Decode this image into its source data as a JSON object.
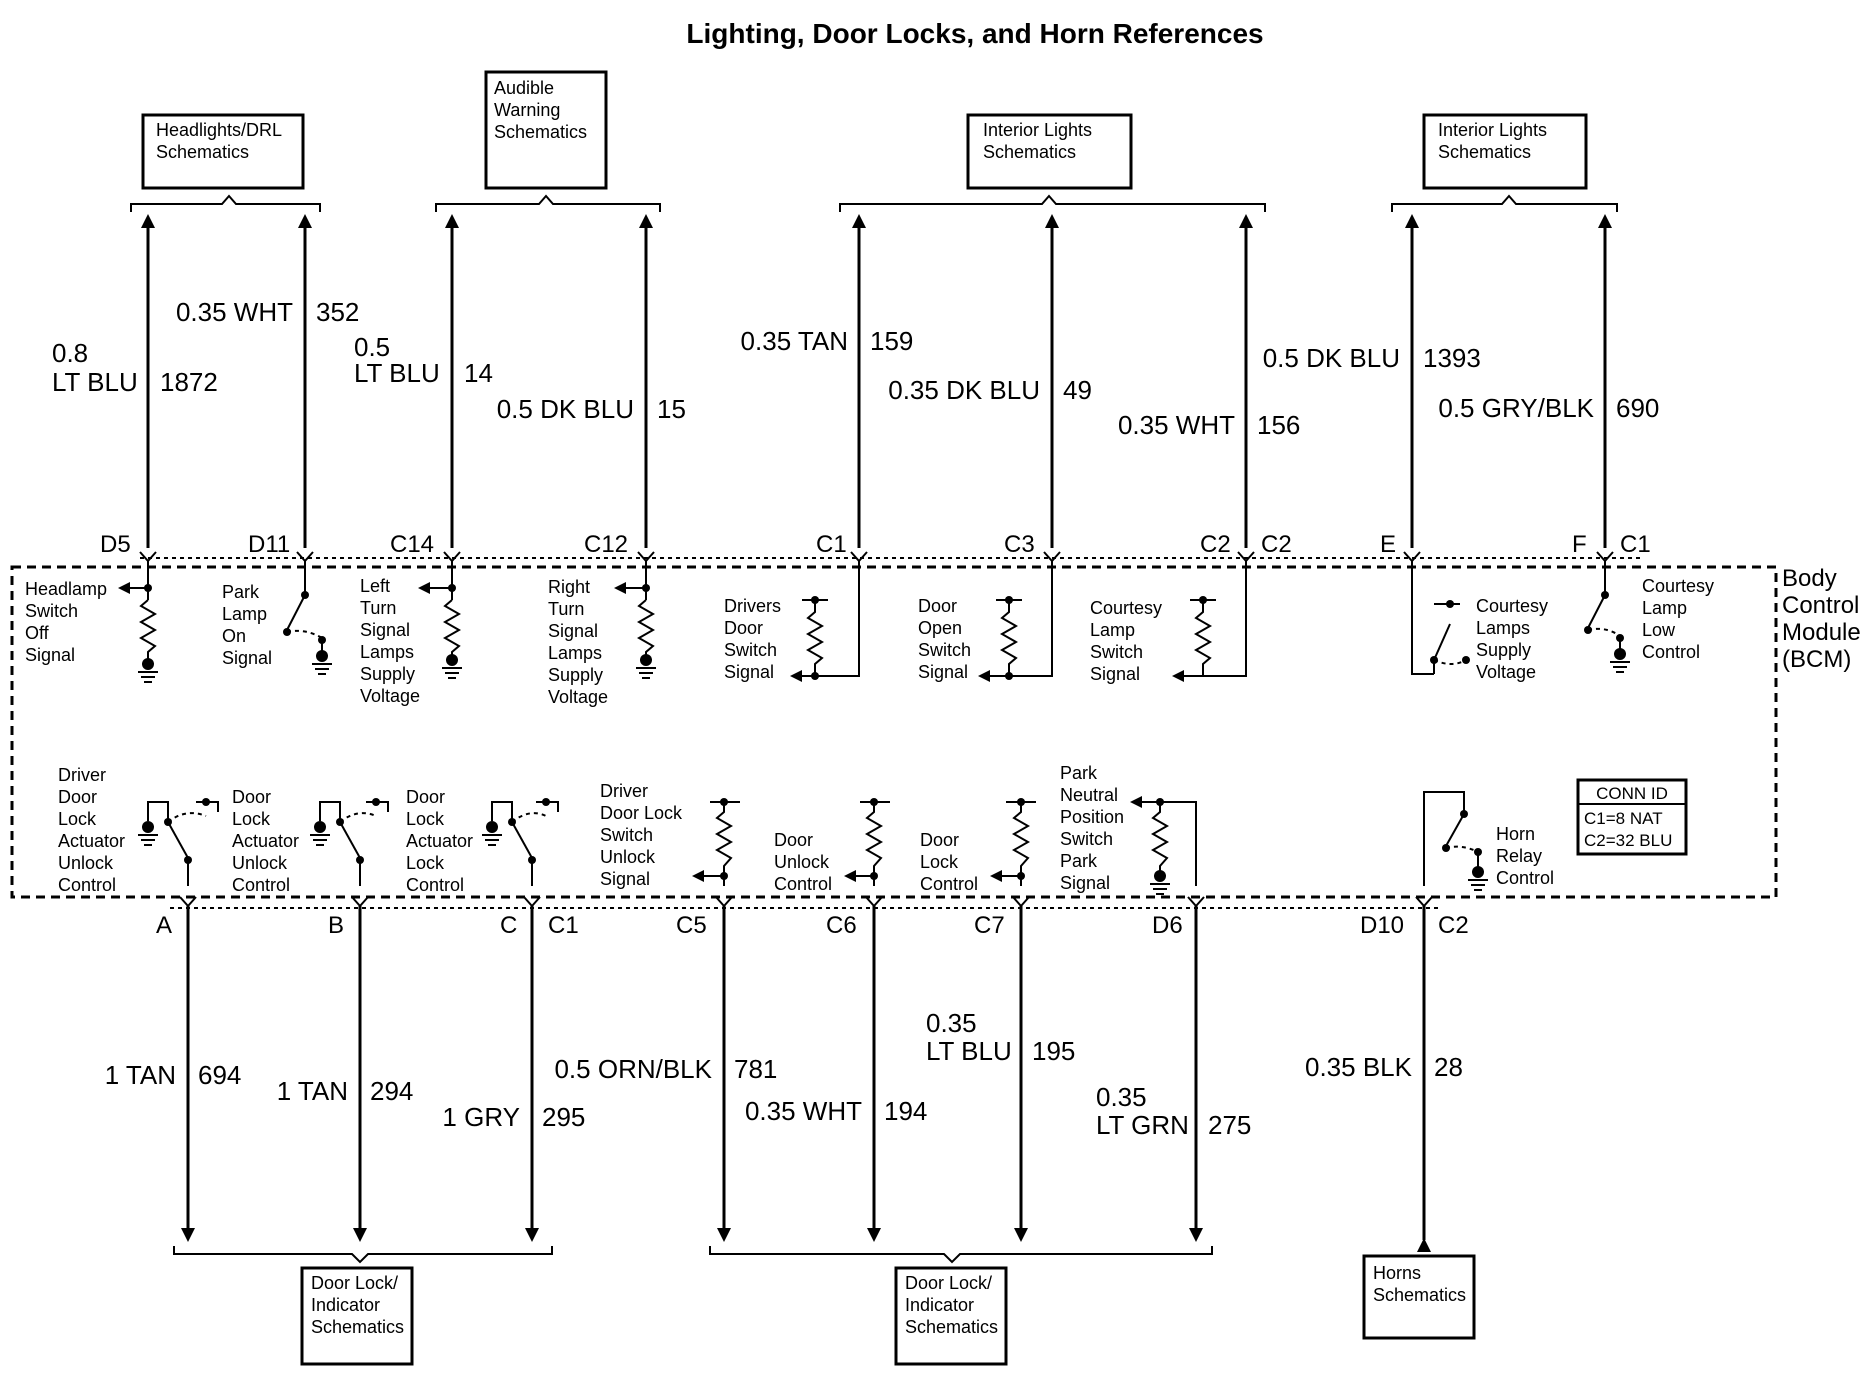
{
  "title": "Lighting, Door Locks, and Horn References",
  "module": {
    "lines": [
      "Body",
      "Control",
      "Module",
      "(BCM)"
    ]
  },
  "conn_id": {
    "header": "CONN ID",
    "lines": [
      "C1=8 NAT",
      "C2=32 BLU"
    ]
  },
  "top_boxes": [
    {
      "lines": [
        "Headlights/DRL",
        "Schematics"
      ]
    },
    {
      "lines": [
        "Audible",
        "Warning",
        "Schematics"
      ]
    },
    {
      "lines": [
        "Interior Lights",
        "Schematics"
      ]
    },
    {
      "lines": [
        "Interior Lights",
        "Schematics"
      ]
    }
  ],
  "bottom_boxes": [
    {
      "lines": [
        "Door Lock/",
        "Indicator",
        "Schematics"
      ]
    },
    {
      "lines": [
        "Door Lock/",
        "Indicator",
        "Schematics"
      ]
    },
    {
      "lines": [
        "Horns",
        "Schematics"
      ]
    }
  ],
  "top_wires": [
    {
      "size": "0.8",
      "color": "LT BLU",
      "circuit": "1872",
      "pin": "D5"
    },
    {
      "size": "0.35",
      "color": "WHT",
      "circuit": "352",
      "pin": "D11"
    },
    {
      "size": "0.5",
      "color": "LT BLU",
      "circuit": "14",
      "pin": "C14"
    },
    {
      "size": "0.5",
      "color": "DK BLU",
      "circuit": "15",
      "pin": "C12"
    },
    {
      "size": "0.35",
      "color": "TAN",
      "circuit": "159",
      "pin": "C1"
    },
    {
      "size": "0.35",
      "color": "DK BLU",
      "circuit": "49",
      "pin": "C3"
    },
    {
      "size": "0.35",
      "color": "WHT",
      "circuit": "156",
      "pin": "C2"
    },
    {
      "size": "0.5",
      "color": "DK BLU",
      "circuit": "1393",
      "pin": "E"
    },
    {
      "size": "0.5",
      "color": "GRY/BLK",
      "circuit": "690",
      "pin": "F"
    }
  ],
  "top_connectors": [
    "C2",
    "C1"
  ],
  "bottom_wires": [
    {
      "size": "1",
      "color": "TAN",
      "circuit": "694",
      "pin": "A"
    },
    {
      "size": "1",
      "color": "TAN",
      "circuit": "294",
      "pin": "B"
    },
    {
      "size": "1",
      "color": "GRY",
      "circuit": "295",
      "pin": "C"
    },
    {
      "size": "0.5",
      "color": "ORN/BLK",
      "circuit": "781",
      "pin": "C5"
    },
    {
      "size": "0.35",
      "color": "WHT",
      "circuit": "194",
      "pin": "C6"
    },
    {
      "size": "0.35",
      "color": "LT BLU",
      "circuit": "195",
      "pin": "C7"
    },
    {
      "size": "0.35",
      "color": "LT GRN",
      "circuit": "275",
      "pin": "D6"
    },
    {
      "size": "0.35",
      "color": "BLK",
      "circuit": "28",
      "pin": "D10"
    }
  ],
  "bottom_connectors": [
    "C1",
    "C2"
  ],
  "internal_labels": [
    {
      "lines": [
        "Headlamp",
        "Switch",
        "Off",
        "Signal"
      ]
    },
    {
      "lines": [
        "Park",
        "Lamp",
        "On",
        "Signal"
      ]
    },
    {
      "lines": [
        "Left",
        "Turn",
        "Signal",
        "Lamps",
        "Supply",
        "Voltage"
      ]
    },
    {
      "lines": [
        "Right",
        "Turn",
        "Signal",
        "Lamps",
        "Supply",
        "Voltage"
      ]
    },
    {
      "lines": [
        "Drivers",
        "Door",
        "Switch",
        "Signal"
      ]
    },
    {
      "lines": [
        "Door",
        "Open",
        "Switch",
        "Signal"
      ]
    },
    {
      "lines": [
        "Courtesy",
        "Lamp",
        "Switch",
        "Signal"
      ]
    },
    {
      "lines": [
        "Courtesy",
        "Lamps",
        "Supply",
        "Voltage"
      ]
    },
    {
      "lines": [
        "Courtesy",
        "Lamp",
        "Low",
        "Control"
      ]
    },
    {
      "lines": [
        "Driver",
        "Door",
        "Lock",
        "Actuator",
        "Unlock",
        "Control"
      ]
    },
    {
      "lines": [
        "Door",
        "Lock",
        "Actuator",
        "Unlock",
        "Control"
      ]
    },
    {
      "lines": [
        "Door",
        "Lock",
        "Actuator",
        "Lock",
        "Control"
      ]
    },
    {
      "lines": [
        "Driver",
        "Door Lock",
        "Switch",
        "Unlock",
        "Signal"
      ]
    },
    {
      "lines": [
        "Door",
        "Unlock",
        "Control"
      ]
    },
    {
      "lines": [
        "Door",
        "Lock",
        "Control"
      ]
    },
    {
      "lines": [
        "Park",
        "Neutral",
        "Position",
        "Switch",
        "Park",
        "Signal"
      ]
    },
    {
      "lines": [
        "Horn",
        "Relay",
        "Control"
      ]
    }
  ]
}
